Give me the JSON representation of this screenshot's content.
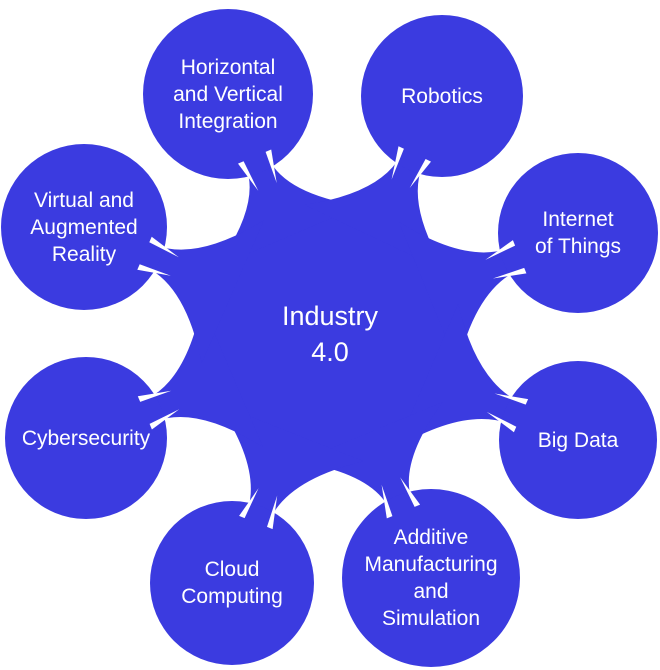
{
  "colors": {
    "node_fill": "#3B3BE0",
    "label_text": "#FFFFFF",
    "background": "#FFFFFF"
  },
  "center": {
    "id": "industry-4-0",
    "label": "Industry\n4.0"
  },
  "nodes": [
    {
      "id": "horizontal-vertical-integration",
      "label": "Horizontal\nand Vertical\nIntegration"
    },
    {
      "id": "robotics",
      "label": "Robotics"
    },
    {
      "id": "internet-of-things",
      "label": "Internet\nof Things"
    },
    {
      "id": "big-data",
      "label": "Big Data"
    },
    {
      "id": "additive-manufacturing-simulation",
      "label": "Additive\nManufacturing\nand\nSimulation"
    },
    {
      "id": "cloud-computing",
      "label": "Cloud\nComputing"
    },
    {
      "id": "cybersecurity",
      "label": "Cybersecurity"
    },
    {
      "id": "virtual-augmented-reality",
      "label": "Virtual and\nAugmented\nReality"
    }
  ]
}
